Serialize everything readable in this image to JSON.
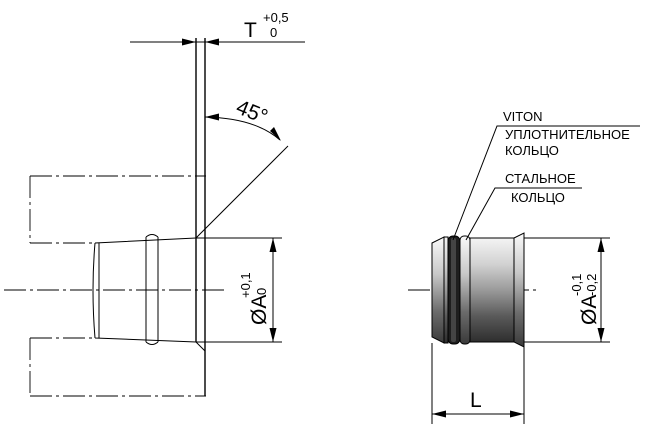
{
  "left_view": {
    "clearance": {
      "symbol": "T",
      "tol_upper": "+0,5",
      "tol_lower": "0"
    },
    "chamfer_angle": "45°",
    "pipe_diameter": {
      "symbol": "ØA",
      "tol_upper": "+0,1",
      "tol_lower": "0"
    }
  },
  "right_view": {
    "ring_1": {
      "line1": "VITON",
      "line2": "УПЛОТНИТЕЛЬНОЕ",
      "line3": "КОЛЬЦО"
    },
    "ring_2": {
      "line1": "СТАЛЬНОЕ",
      "line2": "КОЛЬЦО"
    },
    "fitting_diameter": {
      "symbol": "ØA",
      "tol_upper": "-0,1",
      "tol_lower": "-0,2"
    },
    "length": {
      "symbol": "L"
    }
  }
}
